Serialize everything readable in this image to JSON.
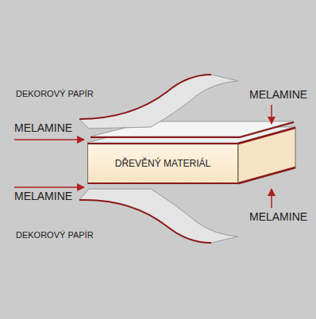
{
  "diagram": {
    "nodes": [
      {
        "text": [
          "DŘEVĚNÝ MATERIÁL"
        ]
      }
    ],
    "labels": [
      "DEKOROVÝ PAPÍR",
      "MELAMINE",
      "MELAMINE",
      "MELAMINE",
      "MELAMINE",
      "DEKOROVÝ PAPÍR"
    ]
  }
}
